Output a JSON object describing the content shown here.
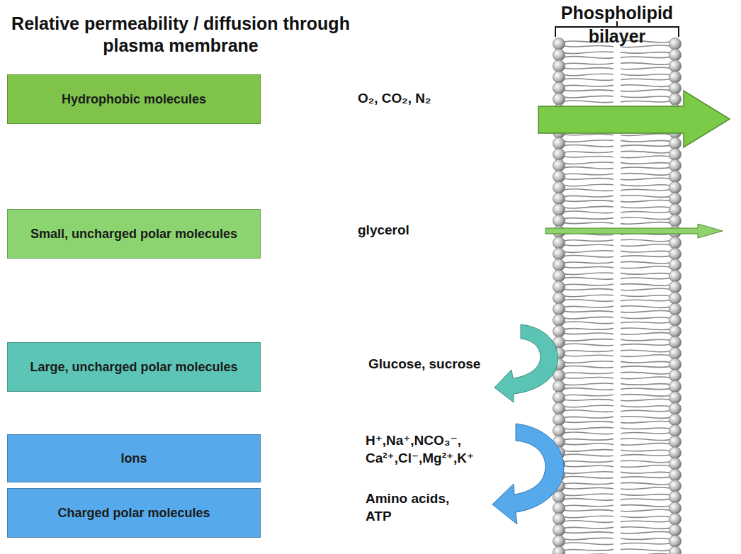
{
  "diagram": {
    "title": "Relative permeability / diffusion through plasma membrane",
    "nodes": [
      {
        "text": [
          "Hydrophobic molecules"
        ]
      },
      {
        "text": [
          "Small, uncharged polar molecules"
        ]
      },
      {
        "text": [
          "Large, uncharged polar molecules"
        ]
      },
      {
        "text": [
          "Ions"
        ]
      },
      {
        "text": [
          "Charged polar molecules"
        ]
      }
    ],
    "labels": [
      "Phospholipid bilayer",
      "O₂, CO₂, N₂",
      "glycerol",
      "Glucose, sucrose",
      "H⁺,Na⁺,NCO₃⁻, Ca²⁺,Cl⁻,Mg²⁺,K⁺",
      "Amino acids, ATP"
    ]
  }
}
